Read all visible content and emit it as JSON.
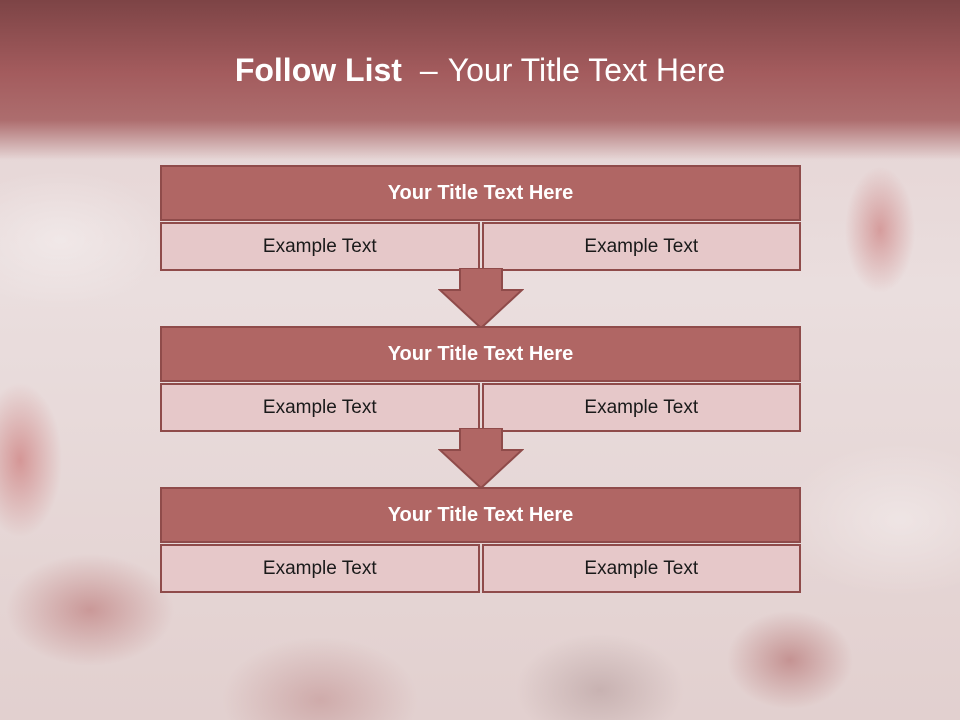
{
  "slide": {
    "title_bold": "Follow List",
    "title_dash": "–",
    "title_rest": "Your Title Text Here"
  },
  "blocks": [
    {
      "title": "Your Title Text Here",
      "left": "Example Text",
      "right": "Example Text"
    },
    {
      "title": "Your Title Text Here",
      "left": "Example Text",
      "right": "Example Text"
    },
    {
      "title": "Your Title Text Here",
      "left": "Example Text",
      "right": "Example Text"
    }
  ],
  "colors": {
    "header": "#a35b5d",
    "block_title": "#b06664",
    "block_cell": "#e6c8c9",
    "border": "#8f4b4a",
    "arrow": "#b06664"
  },
  "icons": [
    "arrow-down-icon",
    "arrow-down-icon"
  ]
}
